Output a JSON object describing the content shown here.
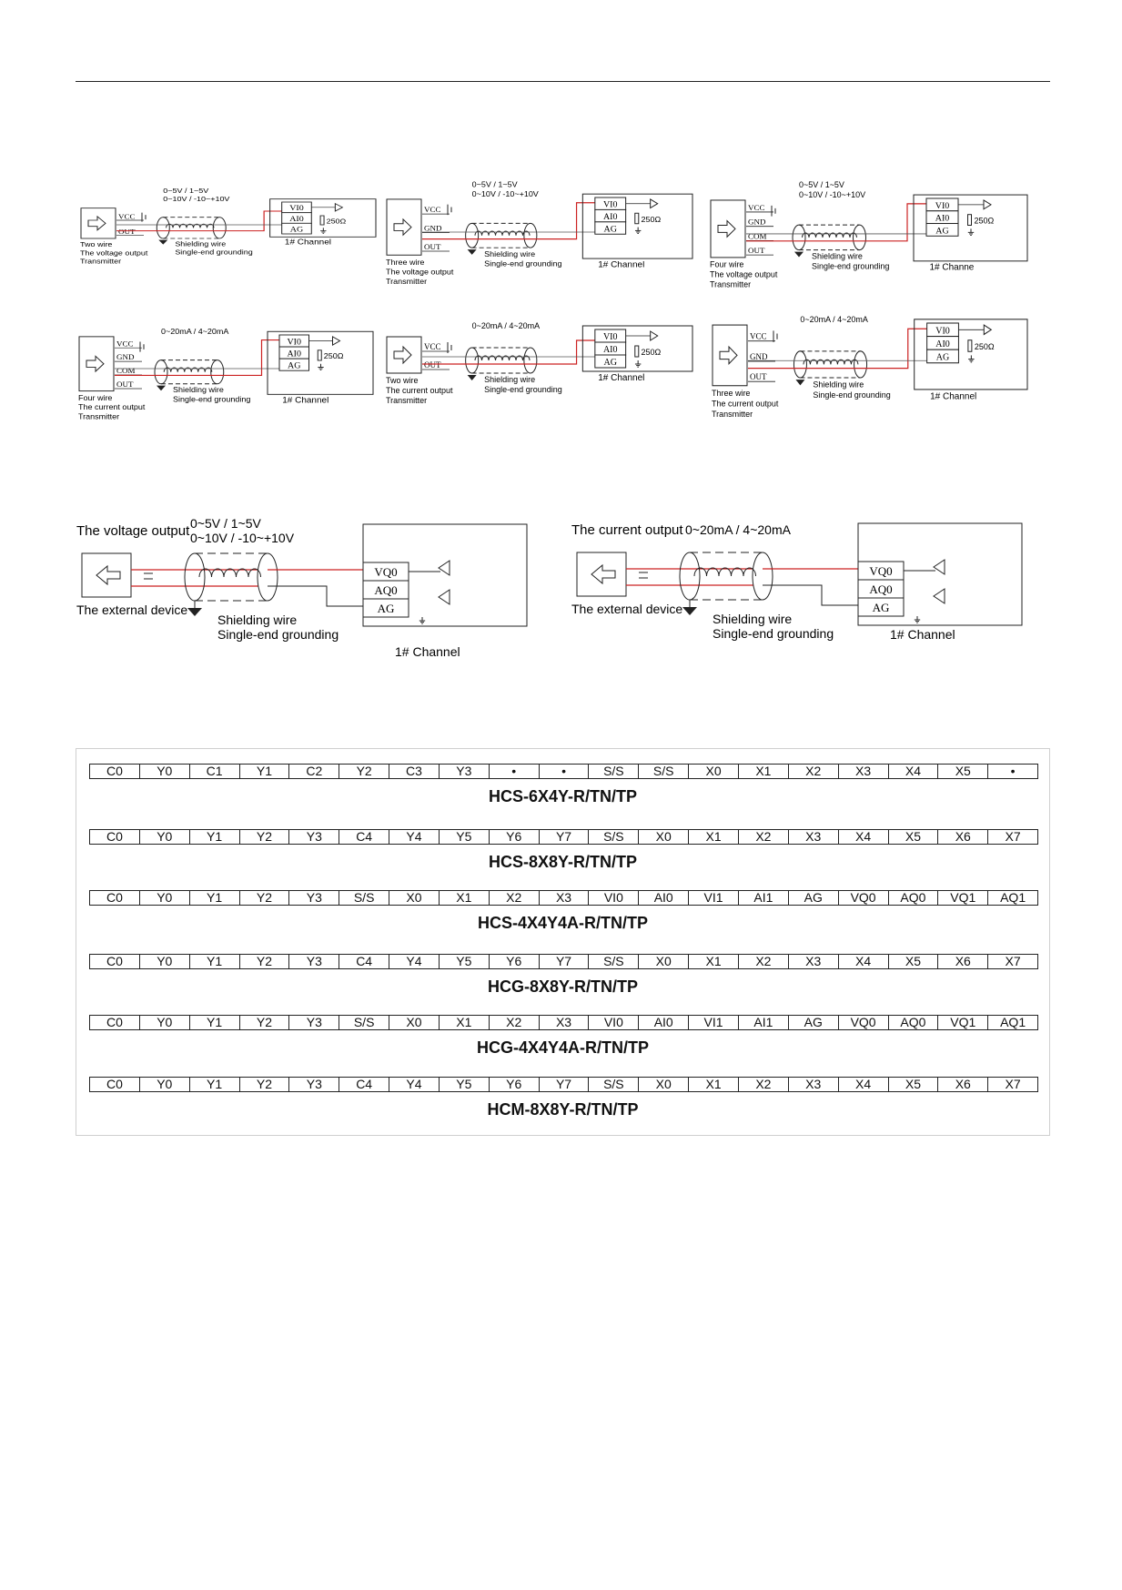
{
  "small_diagrams": [
    {
      "terminals": [
        "VCC",
        "OUT"
      ],
      "range_lines": [
        "0~5V / 1~5V",
        "0~10V / -10~+10V"
      ],
      "caption_lines": [
        "Two wire",
        "The voltage output",
        "Transmitter"
      ],
      "shield_lines": [
        "Shielding wire",
        "Single-end grounding"
      ],
      "channel": "1# Channel",
      "resistor": "250Ω",
      "ports": [
        "VI0",
        "AI0",
        "AG"
      ]
    },
    {
      "terminals": [
        "VCC",
        "GND",
        "OUT"
      ],
      "range_lines": [
        "0~5V / 1~5V",
        "0~10V / -10~+10V"
      ],
      "caption_lines": [
        "Three wire",
        "The voltage output",
        "Transmitter"
      ],
      "shield_lines": [
        "Shielding wire",
        "Single-end grounding"
      ],
      "channel": "1# Channel",
      "resistor": "250Ω",
      "ports": [
        "VI0",
        "AI0",
        "AG"
      ]
    },
    {
      "terminals": [
        "VCC",
        "GND",
        "COM",
        "OUT"
      ],
      "range_lines": [
        "0~5V / 1~5V",
        "0~10V / -10~+10V"
      ],
      "caption_lines": [
        "Four wire",
        "The voltage output",
        "Transmitter"
      ],
      "shield_lines": [
        "Shielding wire",
        "Single-end grounding"
      ],
      "channel": "1# Channe",
      "resistor": "250Ω",
      "ports": [
        "VI0",
        "AI0",
        "AG"
      ]
    },
    {
      "terminals": [
        "VCC",
        "GND",
        "COM",
        "OUT"
      ],
      "range_lines": [
        "0~20mA / 4~20mA"
      ],
      "caption_lines": [
        "Four wire",
        "The current output",
        "Transmitter"
      ],
      "shield_lines": [
        "Shielding wire",
        "Single-end grounding"
      ],
      "channel": "1# Channel",
      "resistor": "250Ω",
      "ports": [
        "VI0",
        "AI0",
        "AG"
      ]
    },
    {
      "terminals": [
        "VCC",
        "OUT"
      ],
      "range_lines": [
        "0~20mA / 4~20mA"
      ],
      "caption_lines": [
        "Two wire",
        "The current output",
        "Transmitter"
      ],
      "shield_lines": [
        "Shielding wire",
        "Single-end grounding"
      ],
      "channel": "1# Channel",
      "resistor": "250Ω",
      "ports": [
        "VI0",
        "AI0",
        "AG"
      ]
    },
    {
      "terminals": [
        "VCC",
        "GND",
        "OUT"
      ],
      "range_lines": [
        "0~20mA / 4~20mA"
      ],
      "caption_lines": [
        "Three wire",
        "The current output",
        "Transmitter"
      ],
      "shield_lines": [
        "Shielding wire",
        "Single-end grounding"
      ],
      "channel": "1# Channel",
      "resistor": "250Ω",
      "ports": [
        "VI0",
        "AI0",
        "AG"
      ]
    }
  ],
  "large_diagrams": [
    {
      "title": "The voltage output",
      "range_lines": [
        "0~5V / 1~5V",
        "0~10V / -10~+10V"
      ],
      "device": "The external device",
      "shield_lines": [
        "Shielding wire",
        "Single-end grounding"
      ],
      "channel": "1# Channel",
      "ports": [
        "VQ0",
        "AQ0",
        "AG"
      ]
    },
    {
      "title": "The current output",
      "range_lines": [
        "0~20mA / 4~20mA"
      ],
      "device": "The external device",
      "shield_lines": [
        "Shielding wire",
        "Single-end grounding"
      ],
      "channel": "1# Channel",
      "ports": [
        "VQ0",
        "AQ0",
        "AG"
      ]
    }
  ],
  "terminal_strips": [
    {
      "terminals": [
        "C0",
        "Y0",
        "C1",
        "Y1",
        "C2",
        "Y2",
        "C3",
        "Y3",
        "•",
        "•",
        "S/S",
        "S/S",
        "X0",
        "X1",
        "X2",
        "X3",
        "X4",
        "X5",
        "•"
      ],
      "model": "HCS-6X4Y-R/TN/TP"
    },
    {
      "terminals": [
        "C0",
        "Y0",
        "Y1",
        "Y2",
        "Y3",
        "C4",
        "Y4",
        "Y5",
        "Y6",
        "Y7",
        "S/S",
        "X0",
        "X1",
        "X2",
        "X3",
        "X4",
        "X5",
        "X6",
        "X7"
      ],
      "model": "HCS-8X8Y-R/TN/TP"
    },
    {
      "terminals": [
        "C0",
        "Y0",
        "Y1",
        "Y2",
        "Y3",
        "S/S",
        "X0",
        "X1",
        "X2",
        "X3",
        "VI0",
        "AI0",
        "VI1",
        "AI1",
        "AG",
        "VQ0",
        "AQ0",
        "VQ1",
        "AQ1"
      ],
      "model": "HCS-4X4Y4A-R/TN/TP"
    },
    {
      "terminals": [
        "C0",
        "Y0",
        "Y1",
        "Y2",
        "Y3",
        "C4",
        "Y4",
        "Y5",
        "Y6",
        "Y7",
        "S/S",
        "X0",
        "X1",
        "X2",
        "X3",
        "X4",
        "X5",
        "X6",
        "X7"
      ],
      "model": "HCG-8X8Y-R/TN/TP"
    },
    {
      "terminals": [
        "C0",
        "Y0",
        "Y1",
        "Y2",
        "Y3",
        "S/S",
        "X0",
        "X1",
        "X2",
        "X3",
        "VI0",
        "AI0",
        "VI1",
        "AI1",
        "AG",
        "VQ0",
        "AQ0",
        "VQ1",
        "AQ1"
      ],
      "model": "HCG-4X4Y4A-R/TN/TP"
    },
    {
      "terminals": [
        "C0",
        "Y0",
        "Y1",
        "Y2",
        "Y3",
        "C4",
        "Y4",
        "Y5",
        "Y6",
        "Y7",
        "S/S",
        "X0",
        "X1",
        "X2",
        "X3",
        "X4",
        "X5",
        "X6",
        "X7"
      ],
      "model": "HCM-8X8Y-R/TN/TP"
    }
  ],
  "colors": {
    "signal_wire": "#cc2222",
    "shield": "#222222"
  }
}
